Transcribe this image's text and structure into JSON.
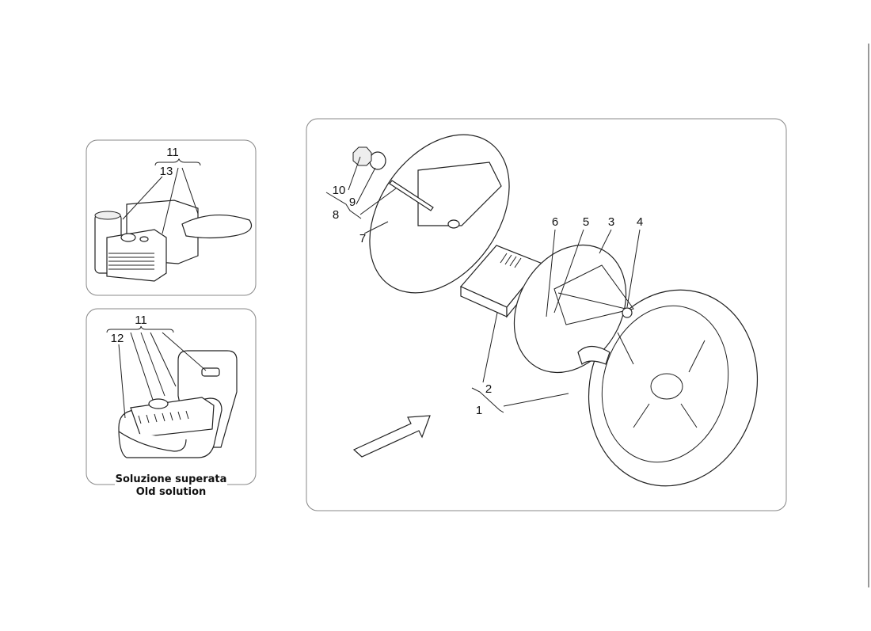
{
  "diagram": {
    "old_solution_caption": {
      "line1": "Soluzione superata",
      "line2": "Old solution"
    },
    "top_inset_labels": {
      "group": "11",
      "part": "13"
    },
    "bottom_inset_labels": {
      "group": "11",
      "part": "12"
    },
    "main_labels": {
      "p1": "1",
      "p2": "2",
      "p3": "3",
      "p4": "4",
      "p5": "5",
      "p6": "6",
      "p7": "7",
      "p8": "8",
      "p9": "9",
      "p10": "10"
    },
    "icons": [
      "direction-arrow",
      "spare-wheel",
      "jack",
      "wheel-cover",
      "bolt",
      "washer",
      "nut",
      "tool-box",
      "compressor-kit",
      "repair-case"
    ]
  }
}
